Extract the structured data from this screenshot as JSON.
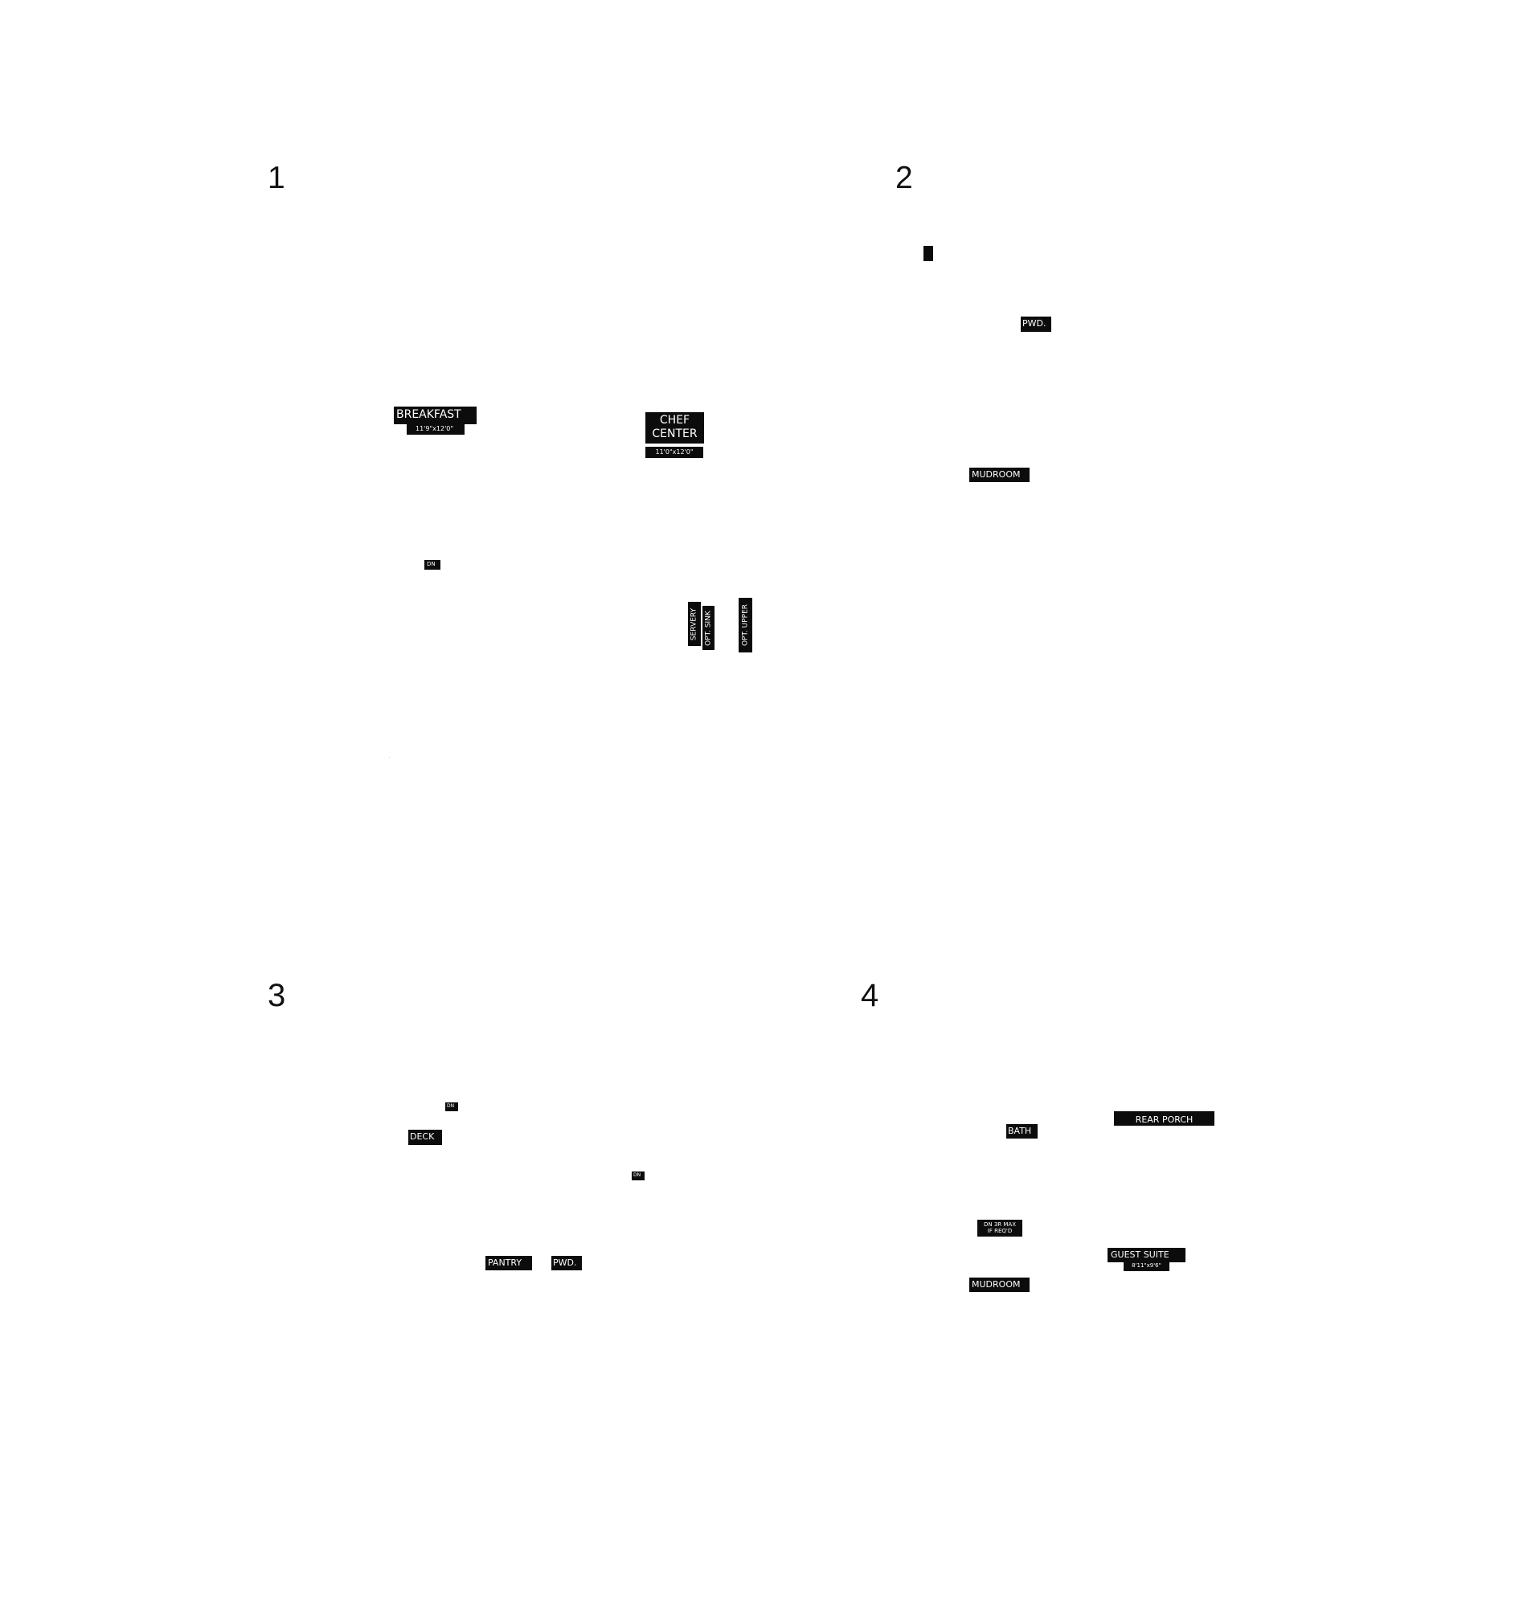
{
  "colors": {
    "background": "#ffffff",
    "label_fill": "#0c0c0c",
    "label_text": "#ffffff",
    "number_text": "#111111"
  },
  "panels": [
    {
      "number": "1",
      "labels": {
        "breakfast": "BREAKFAST",
        "breakfast_dim": "11'9\"x12'0\"",
        "chef_line1": "CHEF",
        "chef_line2": "CENTER",
        "chef_dim": "11'0\"x12'0\"",
        "dn": "DN",
        "servery": "SERVERY",
        "opt_sink": "OPT. SINK",
        "opt_upper": "OPT. UPPER"
      }
    },
    {
      "number": "2",
      "labels": {
        "pwd": "PWD.",
        "mudroom": "MUDROOM"
      }
    },
    {
      "number": "3",
      "labels": {
        "dn_top": "DN",
        "deck": "DECK",
        "dn_mid": "DN",
        "pantry": "PANTRY",
        "pwd": "PWD."
      }
    },
    {
      "number": "4",
      "labels": {
        "rear_porch": "REAR PORCH",
        "bath": "BATH",
        "dn_3r_line1": "DN 3R MAX",
        "dn_3r_line2": "IF REQ'D",
        "guest_suite": "GUEST SUITE",
        "guest_suite_dim": "8'11\"x9'6\"",
        "mudroom": "MUDROOM"
      }
    }
  ]
}
